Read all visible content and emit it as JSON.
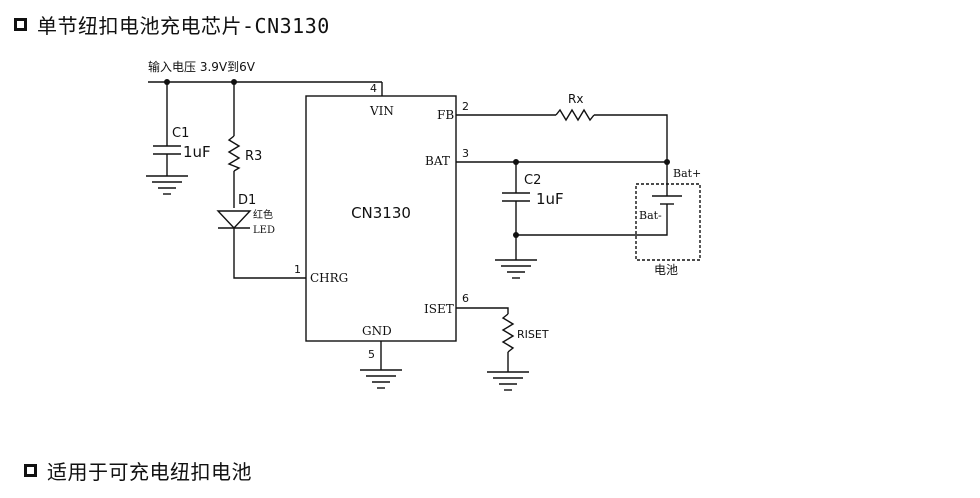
{
  "headings": {
    "title": "单节纽扣电池充电芯片-CN3130",
    "application": "适用于可充电纽扣电池"
  },
  "schematic": {
    "input_label": "输入电压 3.9V到6V",
    "chip_name": "CN3130",
    "pins": {
      "vin": {
        "number": "4",
        "name": "VIN"
      },
      "fb": {
        "number": "2",
        "name": "FB"
      },
      "bat": {
        "number": "3",
        "name": "BAT"
      },
      "chrg": {
        "number": "1",
        "name": "CHRG"
      },
      "iset": {
        "number": "6",
        "name": "ISET"
      },
      "gnd": {
        "number": "5",
        "name": "GND"
      }
    },
    "c1": {
      "ref": "C1",
      "value": "1uF"
    },
    "c2": {
      "ref": "C2",
      "value": "1uF"
    },
    "r3": {
      "ref": "R3"
    },
    "d1": {
      "ref": "D1",
      "color": "红色",
      "type": "LED"
    },
    "rx": {
      "ref": "Rx"
    },
    "riset": {
      "ref": "RISET"
    },
    "battery": {
      "plus": "Bat+",
      "minus": "Bat-",
      "name": "电池"
    }
  }
}
